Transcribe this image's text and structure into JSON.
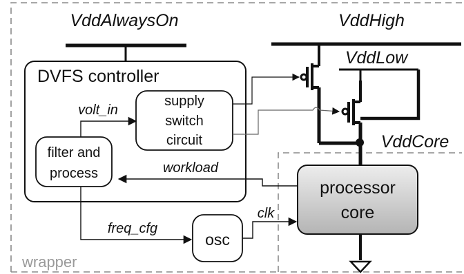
{
  "labels": {
    "vdd_always_on": "VddAlwaysOn",
    "vdd_high": "VddHigh",
    "vdd_low": "VddLow",
    "vdd_core": "VddCore",
    "dvfs_controller": "DVFS controller",
    "volt_in": "volt_in",
    "supply_switch_line1": "supply",
    "supply_switch_line2": "switch",
    "supply_switch_line3": "circuit",
    "filter_line1": "filter and",
    "filter_line2": "process",
    "workload": "workload",
    "processor_line1": "processor",
    "processor_line2": "core",
    "freq_cfg": "freq_cfg",
    "clk": "clk",
    "osc": "osc",
    "wrapper": "wrapper"
  },
  "colors": {
    "line": "#111111",
    "dashed_border": "#8a8a8a",
    "processor_fill_light": "#e9e9e9",
    "processor_fill_dark": "#b9b9b9",
    "wrapper_text": "#9a9a9a"
  }
}
